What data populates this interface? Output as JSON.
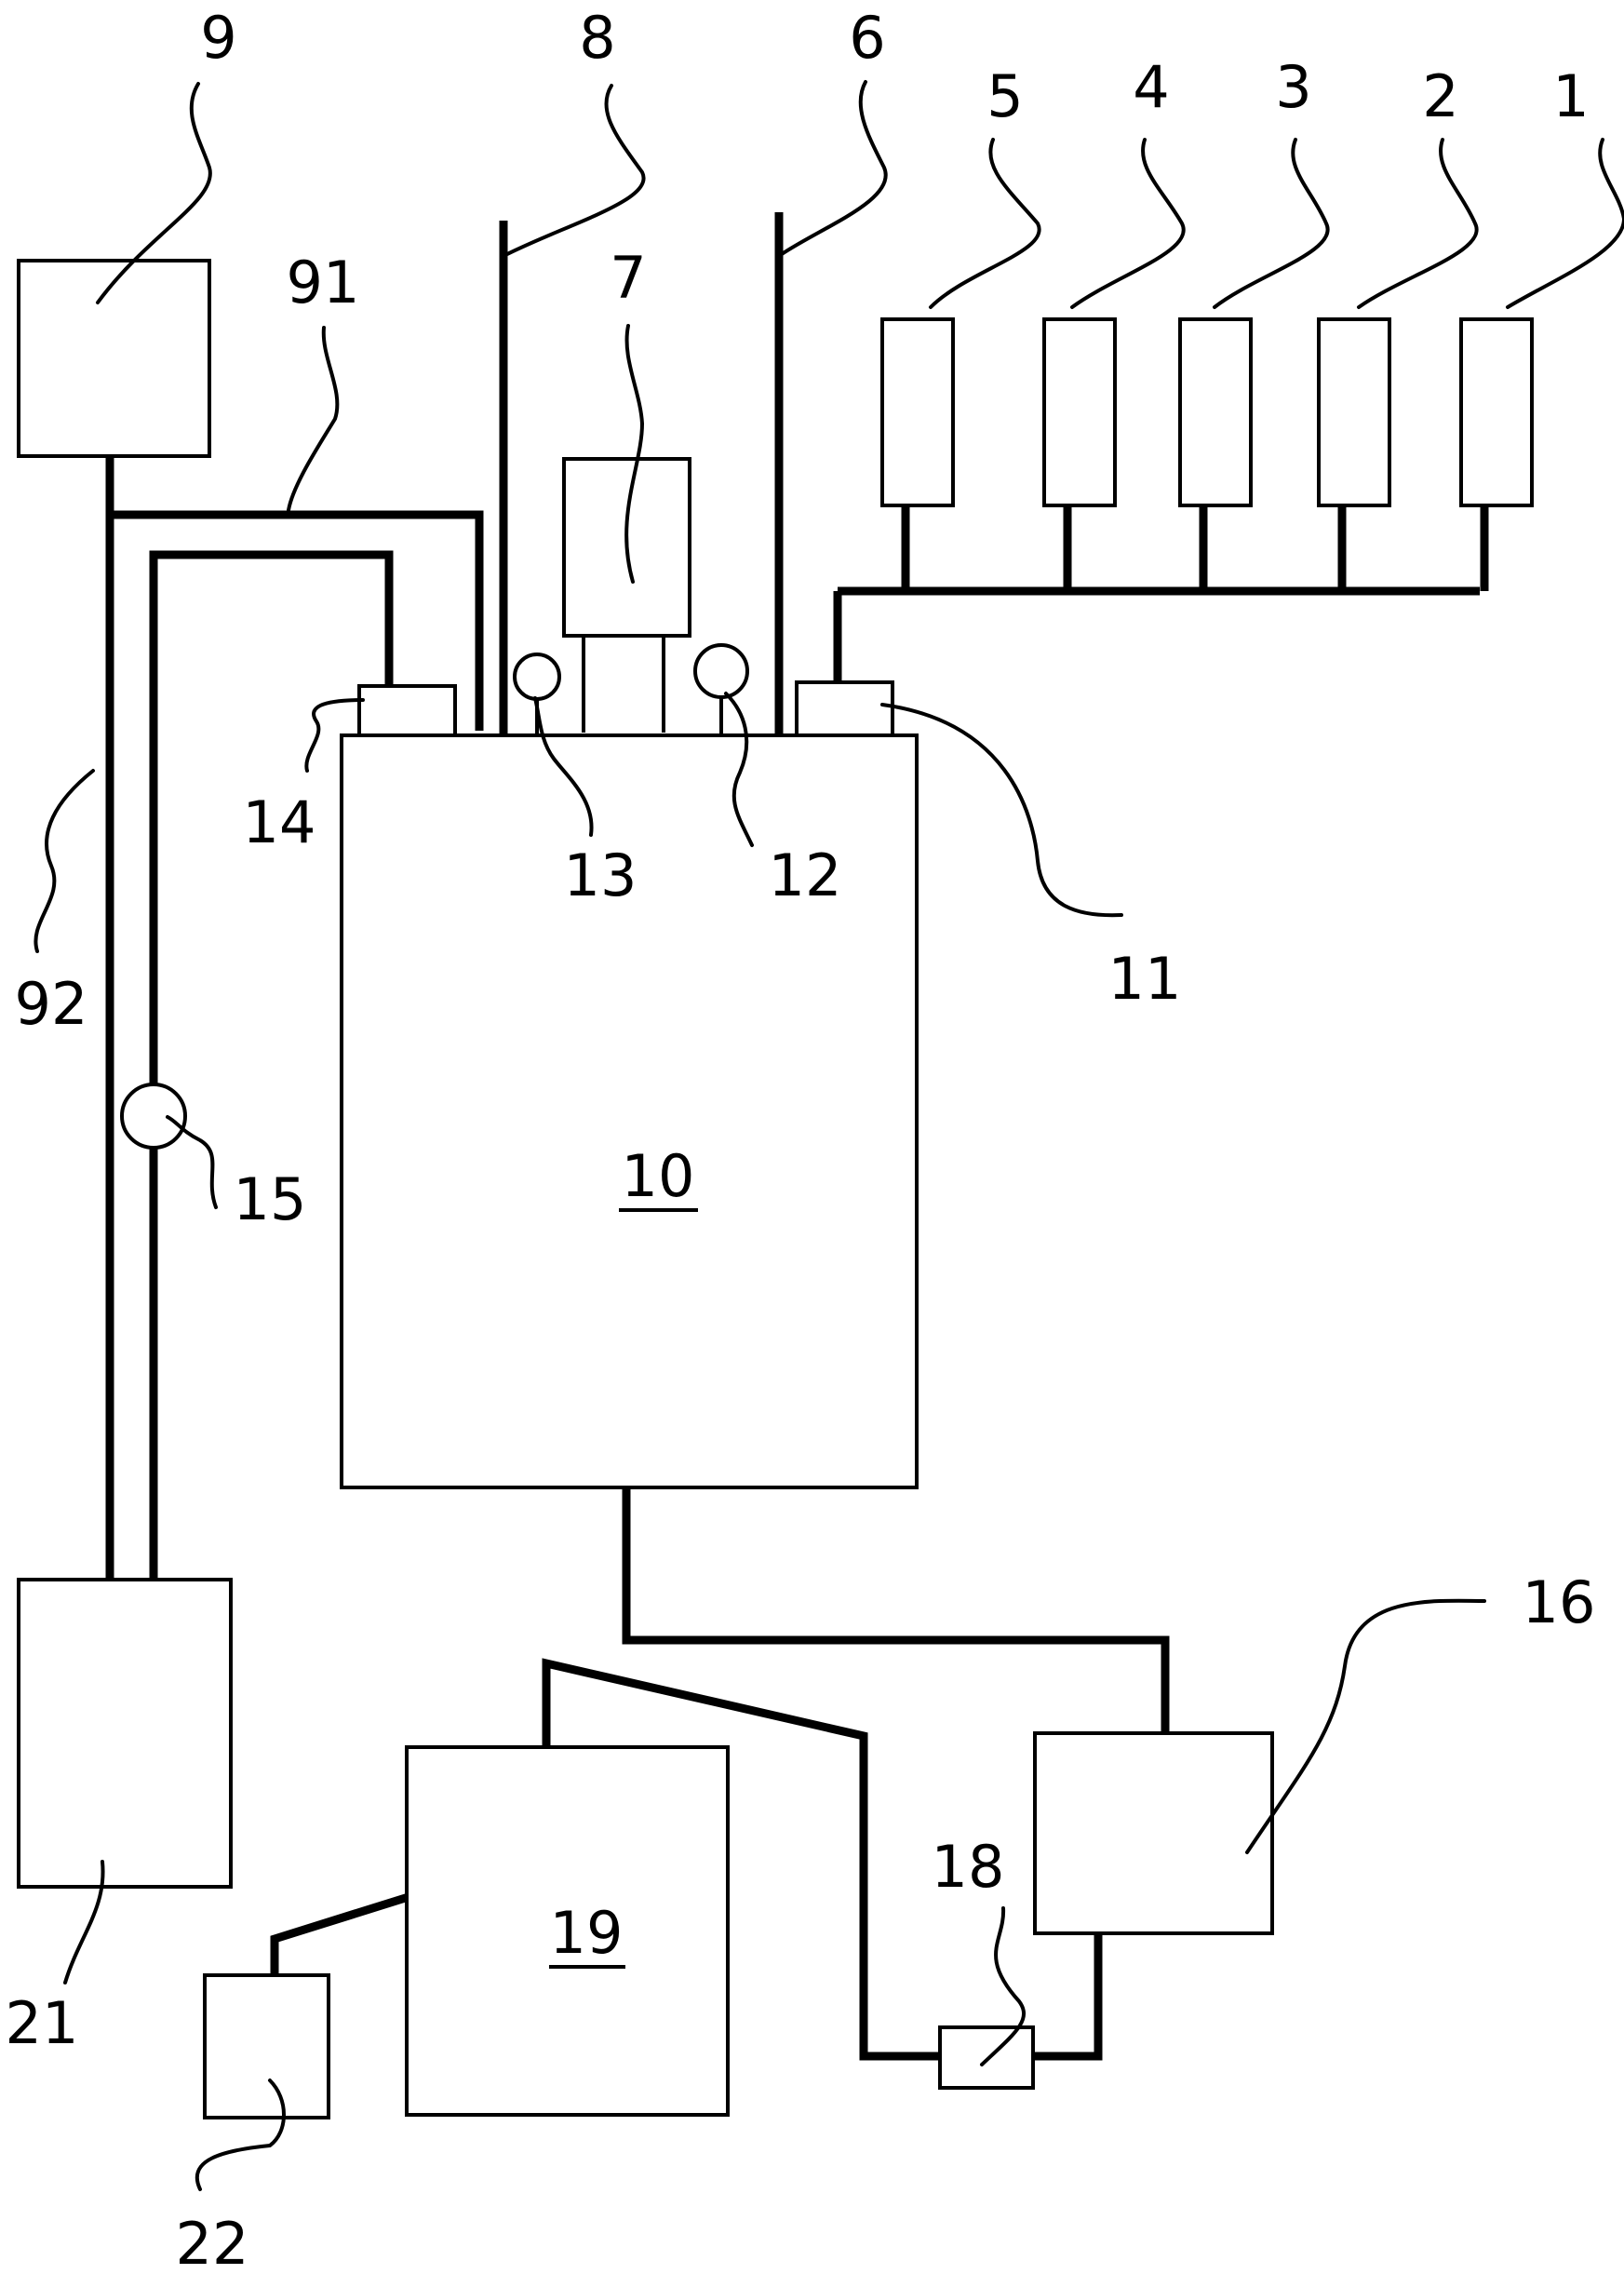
{
  "labels": {
    "l1": "1",
    "l2": "2",
    "l3": "3",
    "l4": "4",
    "l5": "5",
    "l6": "6",
    "l7": "7",
    "l8": "8",
    "l9": "9",
    "l10": "10",
    "l11": "11",
    "l12": "12",
    "l13": "13",
    "l14": "14",
    "l15": "15",
    "l16": "16",
    "l18": "18",
    "l19": "19",
    "l21": "21",
    "l22": "22",
    "l91": "91",
    "l92": "92"
  },
  "colors": {
    "line": "#000000",
    "background": "#ffffff"
  }
}
